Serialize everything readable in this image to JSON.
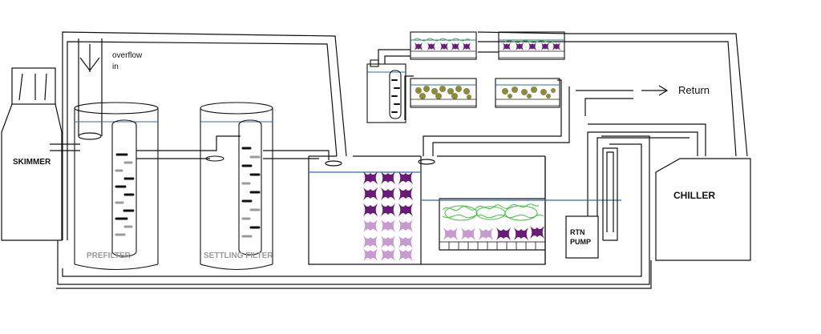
{
  "labels": {
    "skimmer": "SKIMMER",
    "overflow_line1": "overflow",
    "overflow_line2": "in",
    "prefilter": "PREFILTER",
    "settling_filter": "SETTLING FILTER",
    "return": "Return",
    "chiller": "CHILLER",
    "rtn_line1": "RTN",
    "rtn_line2": "PUMP"
  },
  "colors": {
    "line": "#111111",
    "water": "#2b6cb0",
    "purple_dark": "#6a1b7a",
    "purple_light": "#c79bd0",
    "algae_green": "#3ec43e",
    "rock_olive": "#8b8b3a",
    "grey_mark": "#9a9a9a"
  }
}
